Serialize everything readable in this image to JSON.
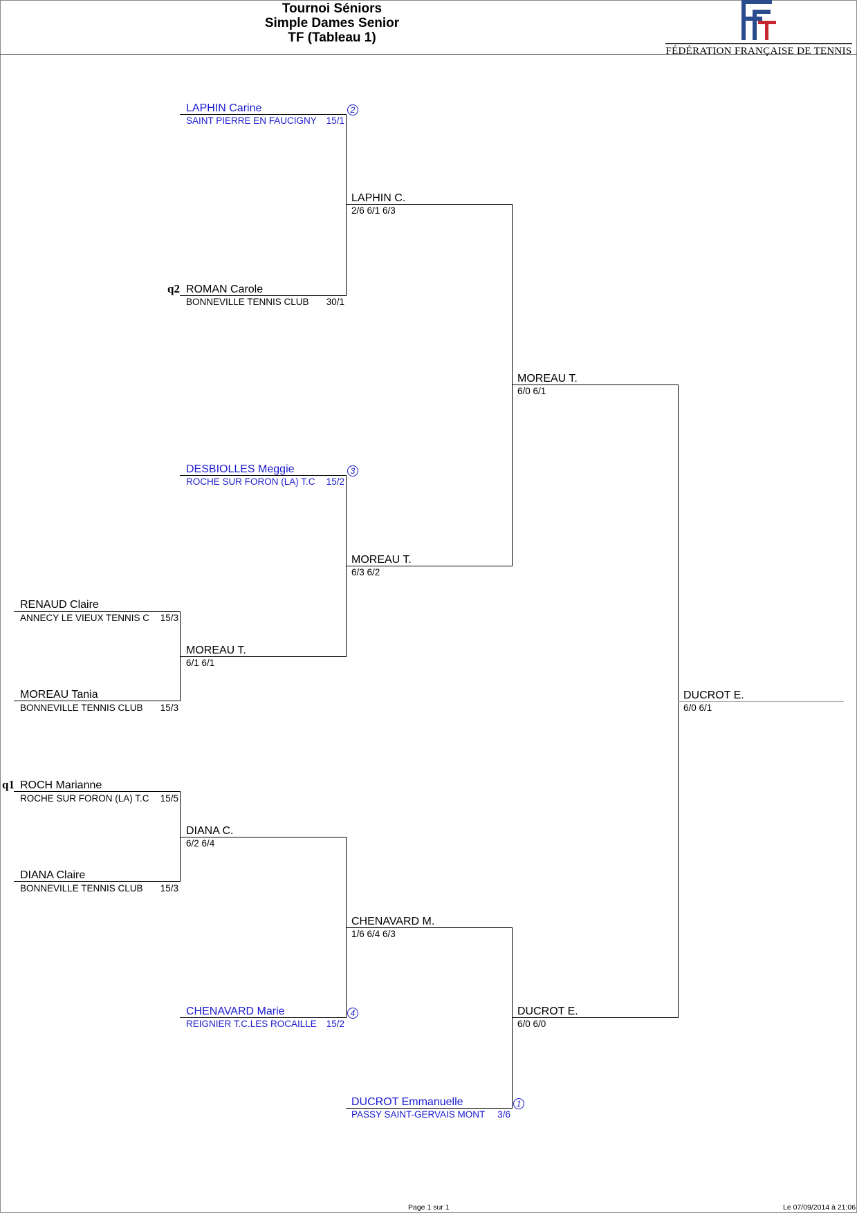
{
  "header": {
    "title_line1": "Tournoi Séniors",
    "title_line2": "Simple Dames Senior",
    "title_line3": "TF (Tableau 1)",
    "logo_text": "FÉDÉRATION FRANÇAISE DE TENNIS",
    "logo_letters": "FFT"
  },
  "colors": {
    "seeded": "#1919d0",
    "lines": "#000000"
  },
  "round1": [
    {
      "name": "RENAUD Claire",
      "club": "ANNECY LE VIEUX TENNIS C",
      "rank": "15/3"
    },
    {
      "name": "MOREAU Tania",
      "club": "BONNEVILLE TENNIS CLUB",
      "rank": "15/3"
    },
    {
      "name": "ROCH Marianne",
      "club": "ROCHE SUR FORON (LA) T.C",
      "rank": "15/5",
      "qualifier": "q1"
    },
    {
      "name": "DIANA Claire",
      "club": "BONNEVILLE TENNIS CLUB",
      "rank": "15/3"
    }
  ],
  "round2": [
    {
      "name": "LAPHIN Carine",
      "club": "SAINT PIERRE EN FAUCIGNY",
      "rank": "15/1",
      "seed": "2"
    },
    {
      "name": "ROMAN Carole",
      "club": "BONNEVILLE TENNIS CLUB",
      "rank": "30/1",
      "qualifier": "q2"
    },
    {
      "name": "DESBIOLLES Meggie",
      "club": "ROCHE SUR FORON (LA) T.C",
      "rank": "15/2",
      "seed": "3"
    },
    {
      "name": "MOREAU T.",
      "score": "6/1 6/1"
    },
    {
      "name": "DIANA C.",
      "score": "6/2 6/4"
    },
    {
      "name": "CHENAVARD Marie",
      "club": "REIGNIER T.C.LES ROCAILLE",
      "rank": "15/2",
      "seed": "4"
    }
  ],
  "round3": [
    {
      "name": "LAPHIN C.",
      "score": "2/6 6/1 6/3"
    },
    {
      "name": "MOREAU T.",
      "score": "6/3 6/2"
    },
    {
      "name": "CHENAVARD M.",
      "score": "1/6 6/4 6/3"
    },
    {
      "name": "DUCROT Emmanuelle",
      "club": "PASSY SAINT-GERVAIS MONT",
      "rank": "3/6",
      "seed": "1"
    }
  ],
  "semifinals": [
    {
      "name": "MOREAU T.",
      "score": "6/0 6/1"
    },
    {
      "name": "DUCROT E.",
      "score": "6/0 6/0"
    }
  ],
  "final": {
    "name": "DUCROT E.",
    "score": "6/0 6/1"
  },
  "footer": {
    "page": "Page 1 sur 1",
    "date": "Le 07/09/2014 à 21:06"
  }
}
